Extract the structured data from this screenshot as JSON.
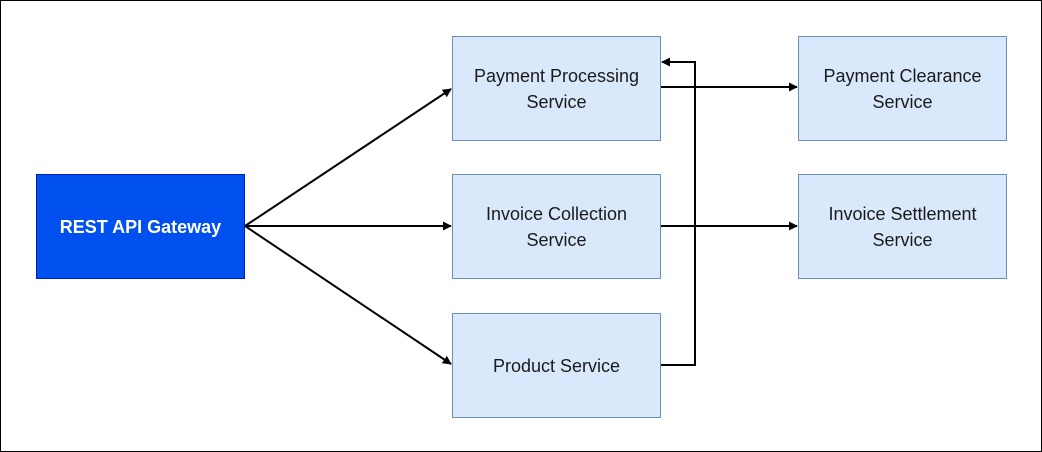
{
  "diagram": {
    "nodes": {
      "gateway": {
        "label": "REST API Gateway"
      },
      "payment_processing": {
        "label": "Payment Processing\nService"
      },
      "invoice_collection": {
        "label": "Invoice Collection\nService"
      },
      "product": {
        "label": "Product Service"
      },
      "payment_clearance": {
        "label": "Payment Clearance\nService"
      },
      "invoice_settlement": {
        "label": "Invoice Settlement\nService"
      }
    },
    "edges": [
      {
        "from": "REST API Gateway",
        "to": "Payment Processing Service"
      },
      {
        "from": "REST API Gateway",
        "to": "Invoice Collection Service"
      },
      {
        "from": "REST API Gateway",
        "to": "Product Service"
      },
      {
        "from": "Payment Processing Service",
        "to": "Payment Clearance Service"
      },
      {
        "from": "Invoice Collection Service",
        "to": "Invoice Settlement Service"
      },
      {
        "from": "Product Service",
        "to": "Payment Processing Service"
      }
    ],
    "colors": {
      "gateway_fill": "#0050ef",
      "gateway_border": "#001dbc",
      "service_fill": "#dae8fc",
      "service_border": "#6c8ebf",
      "edge": "#000000"
    }
  }
}
